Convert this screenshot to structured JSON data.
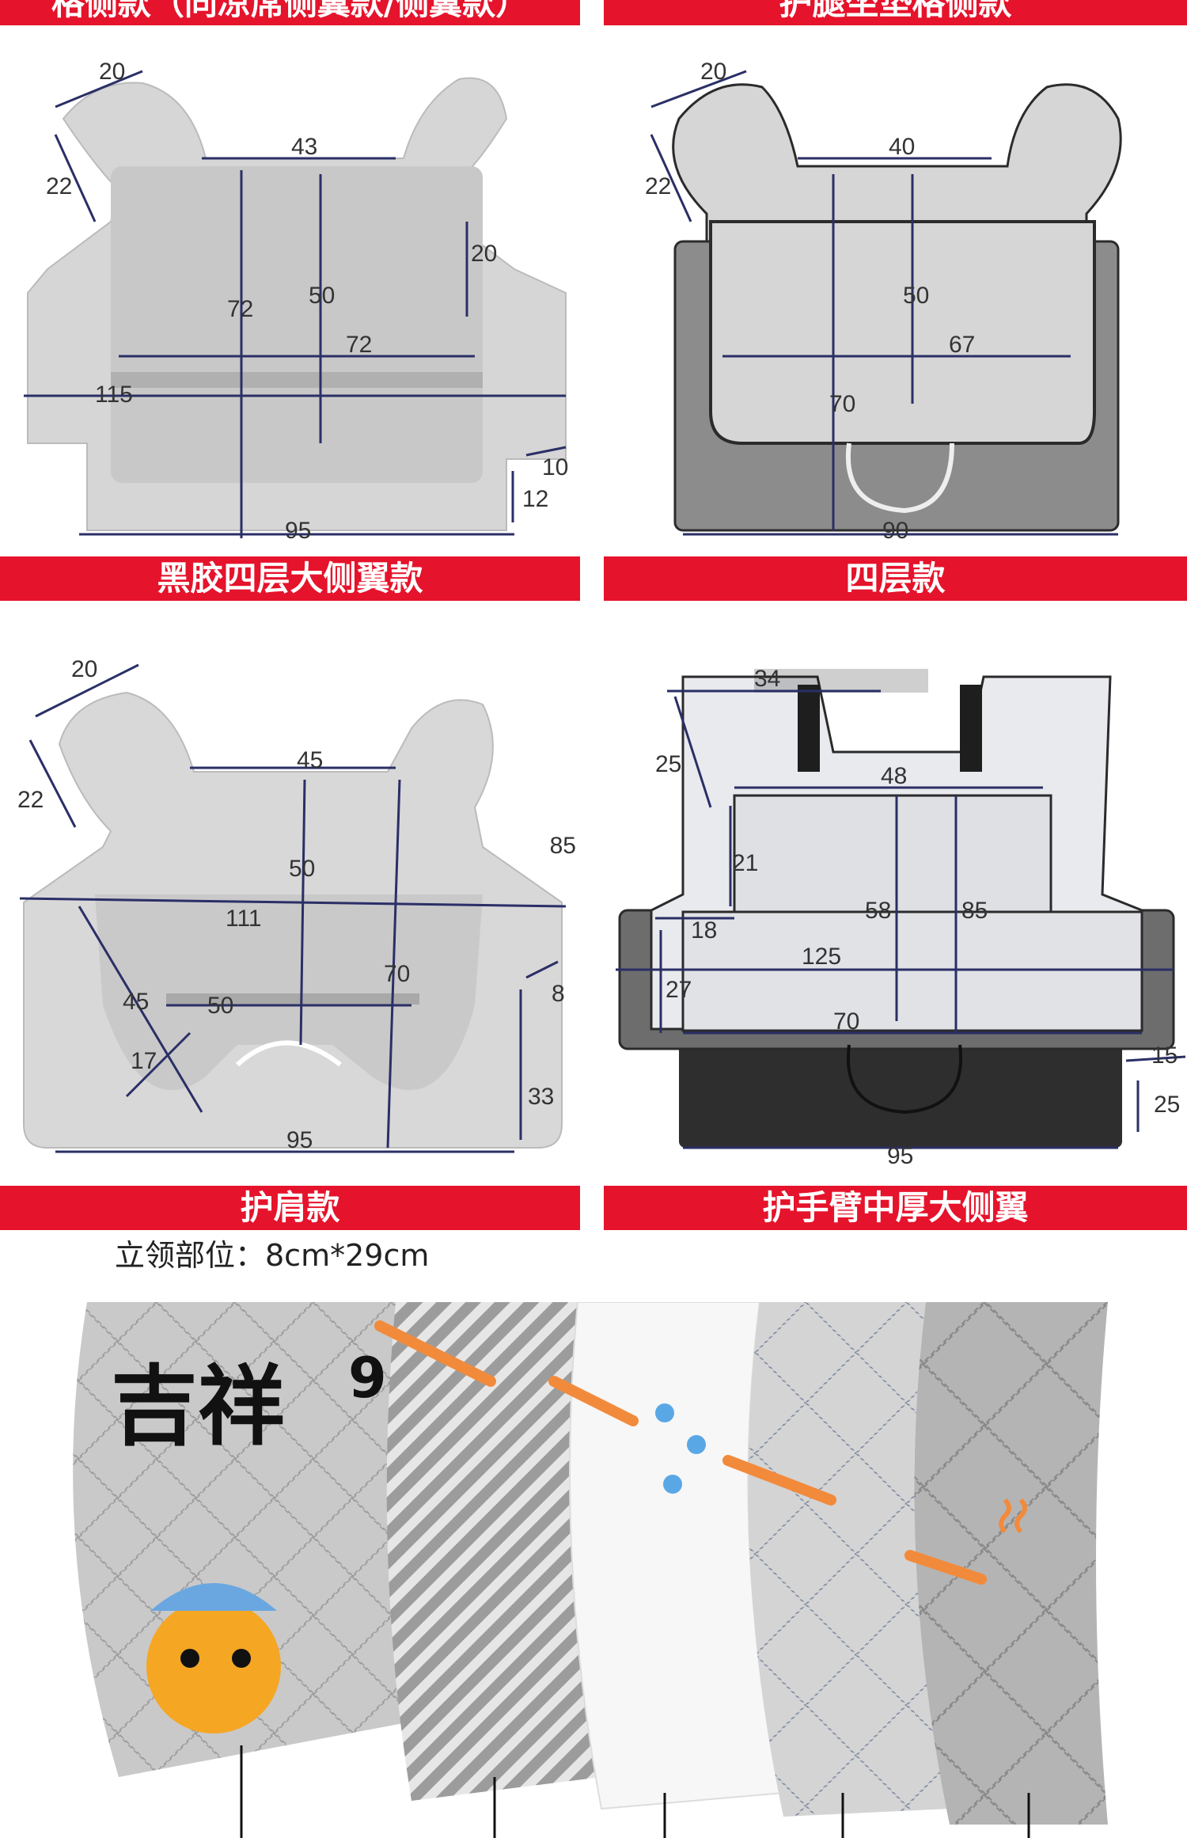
{
  "banners": {
    "top_left": "格侧款（同凉席侧翼款/侧翼款）",
    "top_right": "护腿坐垫格侧款",
    "mid_left": "黑胶四层大侧翼款",
    "mid_right": "四层款",
    "bot_left": "护肩款",
    "bot_right": "护手臂中厚大侧翼"
  },
  "note": "立领部位：8cm*29cm",
  "panel1": {
    "d1": "20",
    "d2": "22",
    "d3": "43",
    "d4": "72",
    "d5": "50",
    "d6": "20",
    "d7": "72",
    "d8": "115",
    "d9": "10",
    "d10": "12",
    "d11": "95"
  },
  "panel2": {
    "d1": "20",
    "d2": "22",
    "d3": "40",
    "d4": "50",
    "d5": "67",
    "d6": "70",
    "d7": "90"
  },
  "panel3": {
    "d1": "20",
    "d2": "22",
    "d3": "45",
    "d4": "50",
    "d5": "111",
    "d6": "70",
    "d7": "45",
    "d8": "50",
    "d9": "17",
    "d10": "8",
    "d11": "33",
    "d12": "95",
    "d13": "85"
  },
  "panel4": {
    "d1": "34",
    "d2": "25",
    "d3": "48",
    "d4": "21",
    "d5": "58",
    "d6": "85",
    "d7": "18",
    "d8": "125",
    "d9": "27",
    "d10": "70",
    "d11": "15",
    "d12": "25",
    "d13": "95"
  },
  "layers_graphic": {
    "text1": "吉祥",
    "digit": "9"
  },
  "colors": {
    "banner": "#e5132b",
    "panel_gray": "#cfcfcf",
    "dark_edge": "#2b2b2b",
    "arrow": "#f28a3c"
  }
}
